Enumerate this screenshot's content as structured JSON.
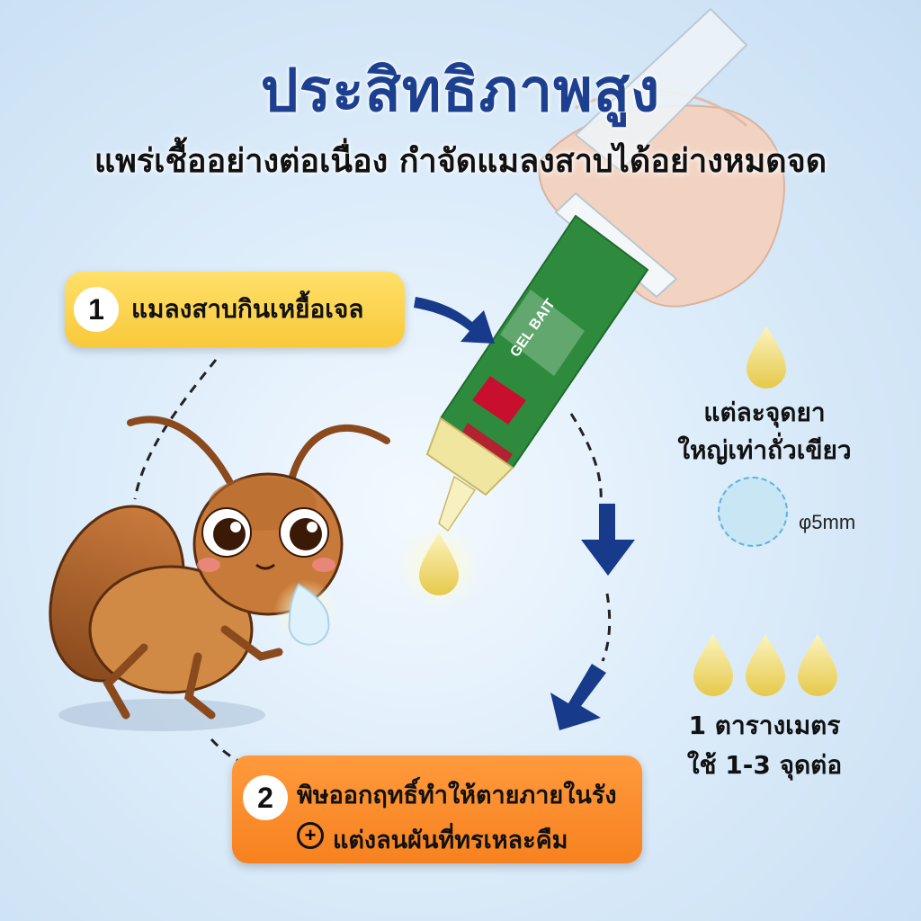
{
  "title": "ประสิทธิภาพสูง",
  "subtitle": "แพร่เชื้ออย่างต่อเนื่อง กำจัดแมลงสาบได้อย่างหมดจด",
  "step1": {
    "number": "1",
    "label": "แมลงสาบกินเหยื้อเจล"
  },
  "step2": {
    "number": "2",
    "line1": "พิษออกฤทธิ์ทำให้ตายภายในรัง",
    "plus": "+",
    "line2": "แต่งลนผันที่ทรเหละคืม"
  },
  "drop_info": {
    "line1": "แต่ละจุดยา",
    "line2": "ใหญ่เท่าถั่วเขียว"
  },
  "size_label": "φ5mm",
  "usage_info": {
    "line1": "1 ตารางเมตร",
    "line2": "ใช้ 1-3 จุดต่อ"
  },
  "syringe": {
    "brand": "GEL BAIT",
    "color": "#2e8b3e",
    "gel_color": "#f0e6a0"
  },
  "colors": {
    "title": "#1d3f8f",
    "arrow": "#183a8a",
    "step1": "#f9c93a",
    "step2": "#f7811f"
  }
}
